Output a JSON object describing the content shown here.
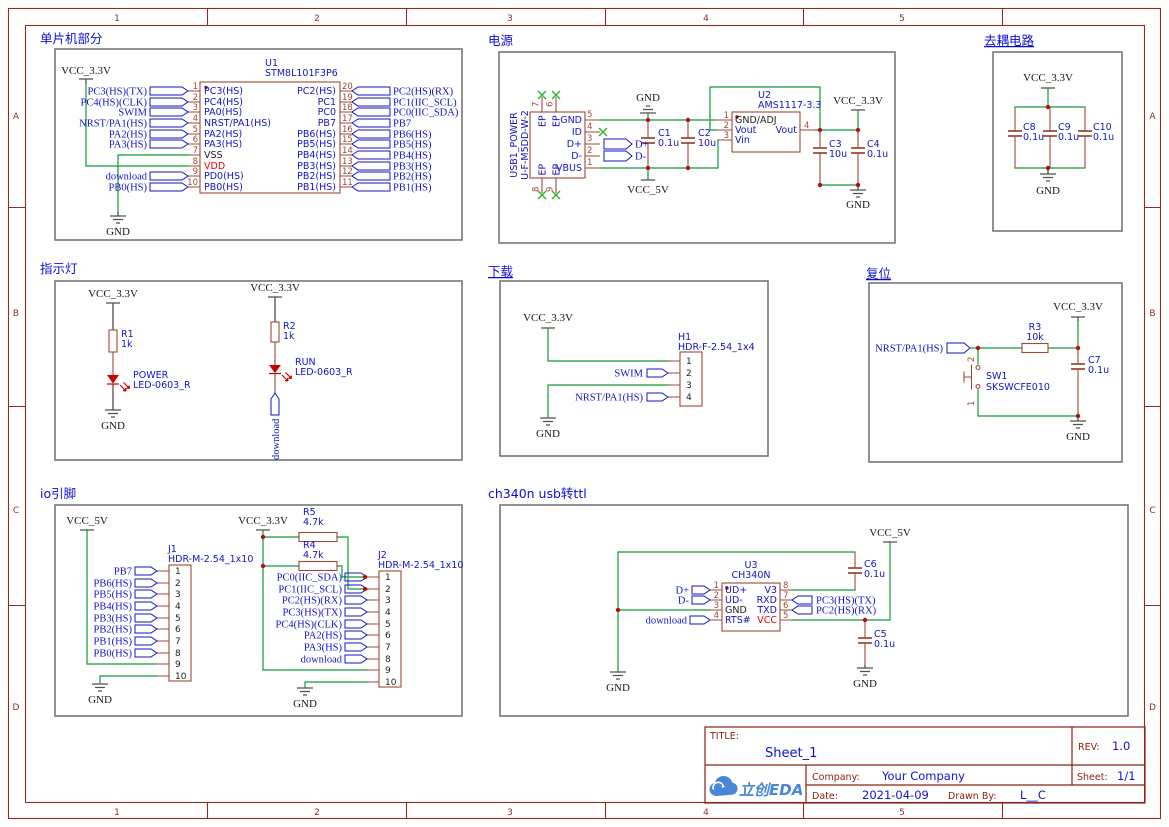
{
  "frame": {
    "cols": [
      "1",
      "2",
      "3",
      "4",
      "5"
    ],
    "rows": [
      "A",
      "B",
      "C",
      "D"
    ]
  },
  "mcu": {
    "title": "单片机部分",
    "vcc": "VCC_3.3V",
    "gnd": "GND",
    "ref": "U1",
    "part": "STM8L101F3P6",
    "left": [
      {
        "num": "1",
        "name": "PC3(HS)",
        "net": "PC3(HS)(TX)"
      },
      {
        "num": "2",
        "name": "PC4(HS)",
        "net": "PC4(HS)(CLK)"
      },
      {
        "num": "3",
        "name": "PA0(HS)",
        "net": "SWIM"
      },
      {
        "num": "4",
        "name": "NRST/PA1(HS)",
        "net": "NRST/PA1(HS)"
      },
      {
        "num": "5",
        "name": "PA2(HS)",
        "net": "PA2(HS)"
      },
      {
        "num": "6",
        "name": "PA3(HS)",
        "net": "PA3(HS)"
      },
      {
        "num": "7",
        "name": "VSS"
      },
      {
        "num": "8",
        "name": "VDD"
      },
      {
        "num": "9",
        "name": "PD0(HS)",
        "net": "download"
      },
      {
        "num": "10",
        "name": "PB0(HS)",
        "net": "PB0(HS)"
      }
    ],
    "right": [
      {
        "num": "20",
        "name": "PC2(HS)",
        "net": "PC2(HS)(RX)"
      },
      {
        "num": "19",
        "name": "PC1",
        "net": "PC1(IIC_SCL)"
      },
      {
        "num": "18",
        "name": "PC0",
        "net": "PC0(IIC_SDA)"
      },
      {
        "num": "17",
        "name": "PB7",
        "net": "PB7"
      },
      {
        "num": "16",
        "name": "PB6(HS)",
        "net": "PB6(HS)"
      },
      {
        "num": "15",
        "name": "PB5(HS)",
        "net": "PB5(HS)"
      },
      {
        "num": "14",
        "name": "PB4(HS)",
        "net": "PB4(HS)"
      },
      {
        "num": "13",
        "name": "PB3(HS)",
        "net": "PB3(HS)"
      },
      {
        "num": "12",
        "name": "PB2(HS)",
        "net": "PB2(HS)"
      },
      {
        "num": "11",
        "name": "PB1(HS)",
        "net": "PB1(HS)"
      }
    ]
  },
  "power": {
    "title": "电源",
    "gnd_top": "GND",
    "vcc5": "VCC_5V",
    "vcc33": "VCC_3.3V",
    "gnd_right": "GND",
    "dp": "D+",
    "dm": "D-",
    "usb": {
      "ref": "USB1_POWER",
      "part": "U-F-M5DD-W-2",
      "ep": "EP",
      "tnums": [
        "7",
        "6"
      ],
      "bnums": [
        "8",
        "9"
      ],
      "rnames": [
        "GND",
        "ID",
        "D+",
        "D-",
        "VBUS"
      ],
      "rnums": [
        "5",
        "4",
        "3",
        "2",
        "1"
      ]
    },
    "c1": {
      "ref": "C1",
      "val": "0.1u"
    },
    "c2": {
      "ref": "C2",
      "val": "10u"
    },
    "c3": {
      "ref": "C3",
      "val": "10u"
    },
    "c4": {
      "ref": "C4",
      "val": "0.1u"
    },
    "u2": {
      "ref": "U2",
      "part": "AMS1117-3.3",
      "nums": [
        "1",
        "2",
        "3",
        "4"
      ],
      "p1": "GND/ADJ",
      "p2": "Vout",
      "p3": "Vin",
      "p4": "Vout"
    }
  },
  "dec": {
    "title": "去耦电路",
    "vcc": "VCC_3.3V",
    "gnd": "GND",
    "c8": {
      "ref": "C8",
      "val": "0.1u"
    },
    "c9": {
      "ref": "C9",
      "val": "0.1u"
    },
    "c10": {
      "ref": "C10",
      "val": "0.1u"
    }
  },
  "led": {
    "title": "指示灯",
    "vcc1": "VCC_3.3V",
    "vcc2": "VCC_3.3V",
    "gnd": "GND",
    "r1": {
      "ref": "R1",
      "val": "1k"
    },
    "r2": {
      "ref": "R2",
      "val": "1k"
    },
    "led1": {
      "name": "POWER",
      "part": "LED-0603_R"
    },
    "led2": {
      "name": "RUN",
      "part": "LED-0603_R"
    },
    "net": "download"
  },
  "dl": {
    "title": "下载",
    "vcc": "VCC_3.3V",
    "gnd": "GND",
    "ref": "H1",
    "part": "HDR-F-2.54_1x4",
    "nums": [
      "1",
      "2",
      "3",
      "4"
    ],
    "swim": "SWIM",
    "nrst": "NRST/PA1(HS)"
  },
  "rst": {
    "title": "复位",
    "vcc": "VCC_3.3V",
    "gnd": "GND",
    "nrst": "NRST/PA1(HS)",
    "r3": {
      "ref": "R3",
      "val": "10k"
    },
    "sw": {
      "ref": "SW1",
      "part": "SKSWCFE010",
      "p2": "2",
      "p1": "1"
    },
    "c7": {
      "ref": "C7",
      "val": "0.1u"
    }
  },
  "io": {
    "title": "io引脚",
    "vcc5": "VCC_5V",
    "vcc33": "VCC_3.3V",
    "gnd1": "GND",
    "gnd2": "GND",
    "nums": [
      "1",
      "2",
      "3",
      "4",
      "5",
      "6",
      "7",
      "8",
      "9",
      "10"
    ],
    "j1": {
      "ref": "J1",
      "part": "HDR-M-2.54_1x10",
      "nets": [
        "PB7",
        "PB6(HS)",
        "PB5(HS)",
        "PB4(HS)",
        "PB3(HS)",
        "PB2(HS)",
        "PB1(HS)",
        "PB0(HS)"
      ]
    },
    "j2": {
      "ref": "J2",
      "part": "HDR-M-2.54_1x10",
      "nets": [
        "PC0(IIC_SDA)",
        "PC1(IIC_SCL)",
        "PC2(HS)(RX)",
        "PC3(HS)(TX)",
        "PC4(HS)(CLK)",
        "PA2(HS)",
        "PA3(HS)",
        "download"
      ]
    },
    "r5": {
      "ref": "R5",
      "val": "4.7k"
    },
    "r4": {
      "ref": "R4",
      "val": "4.7k"
    }
  },
  "ch": {
    "title": "ch340n usb转ttl",
    "ref": "U3",
    "part": "CH340N",
    "lnums": [
      "1",
      "2",
      "3",
      "4"
    ],
    "rnums": [
      "8",
      "7",
      "6",
      "5"
    ],
    "lnames": [
      "UD+",
      "UD-",
      "GND",
      "RTS#"
    ],
    "rnames": [
      "V3",
      "RXD",
      "TXD",
      "VCC"
    ],
    "dp": "D+",
    "dm": "D-",
    "dl": "download",
    "tx": "PC3(HS)(TX)",
    "rx": "PC2(HS)(RX)",
    "c6": {
      "ref": "C6",
      "val": "0.1u"
    },
    "c5": {
      "ref": "C5",
      "val": "0.1u"
    },
    "vcc5": "VCC_5V",
    "gnd1": "GND",
    "gnd2": "GND"
  },
  "tb": {
    "title_label": "TITLE:",
    "title": "Sheet_1",
    "rev_label": "REV:",
    "rev": "1.0",
    "company_label": "Company:",
    "company": "Your Company",
    "sheet_label": "Sheet:",
    "sheet": "1/1",
    "date_label": "Date:",
    "date": "2021-04-09",
    "drawn_label": "Drawn By:",
    "drawn": "L__C",
    "logo": "立创EDA"
  }
}
